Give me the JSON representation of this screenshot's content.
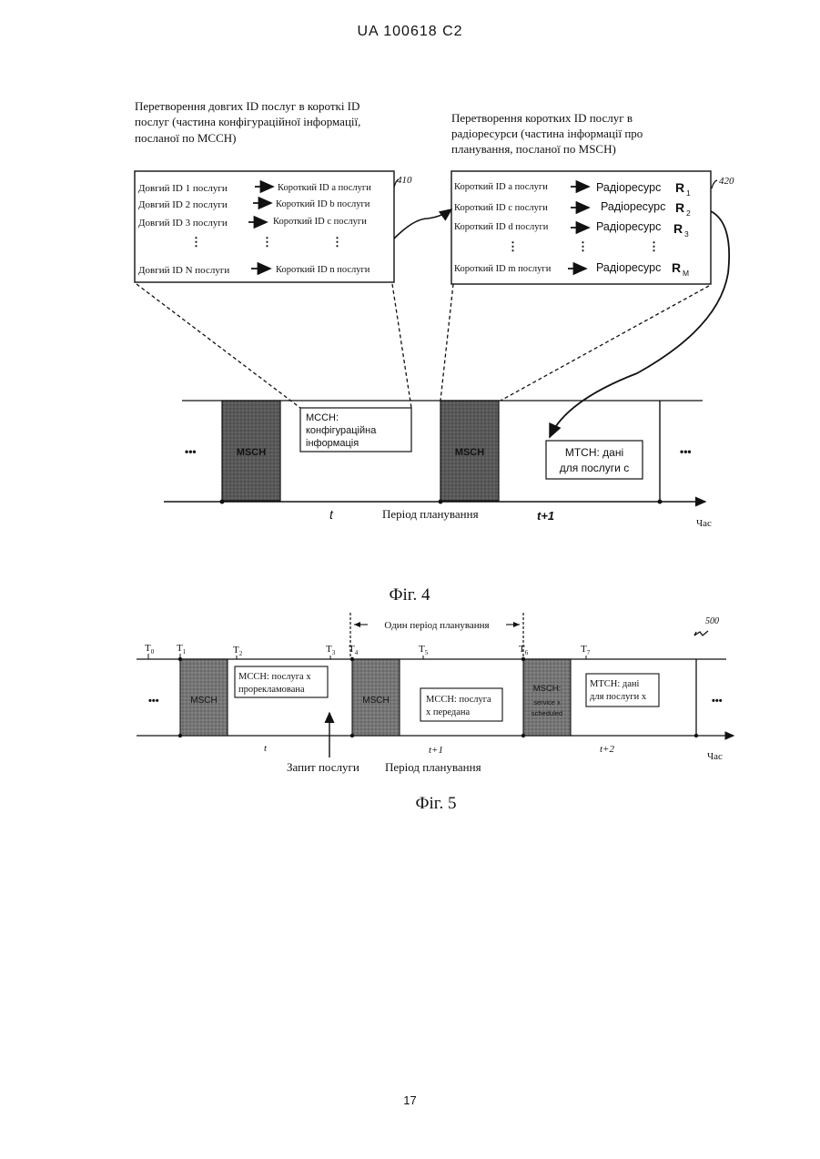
{
  "header": {
    "patent": "UA  100618  C2"
  },
  "page_number": "17",
  "fig4": {
    "caption": "Фіг. 4",
    "title_left": [
      "Перетворення довгих ID послуг в короткі ID",
      "послуг (частина конфігураційної інформації,",
      "посланої по МССН)"
    ],
    "title_right": [
      "Перетворення коротких ID послуг в",
      "радіоресурси (частина інформації про",
      "планування, посланої по MSCH)"
    ],
    "ref_410": "410",
    "ref_420": "420",
    "table_left": [
      {
        "long": "Довгий ID 1 послуги",
        "short": "Короткий ID a послуги"
      },
      {
        "long": "Довгий ID 2 послуги",
        "short": "Короткий ID b послуги"
      },
      {
        "long": "Довгий ID 3 послуги",
        "short": "Короткий ID c послуги"
      },
      {
        "long": "Довгий ID N послуги",
        "short": "Короткий ID n послуги"
      }
    ],
    "table_right": [
      {
        "short": "Короткий ID a послуги",
        "res": "Радіоресурс",
        "r": "R",
        "sub": "1"
      },
      {
        "short": "Короткий ID c послуги",
        "res": "Радіоресурс",
        "r": "R",
        "sub": "2"
      },
      {
        "short": "Короткий ID d послуги",
        "res": "Радіоресурс",
        "r": "R",
        "sub": "3"
      },
      {
        "short": "Короткий ID m послуги",
        "res": "Радіоресурс",
        "r": "R",
        "sub": "M"
      }
    ],
    "ellipsis": "•••",
    "msch": "MSCH",
    "mcch_box": [
      "МССН:",
      "конфігураційна",
      "інформація"
    ],
    "mtch_box": [
      "МТСН: дані",
      "для послуги с"
    ],
    "t": "t",
    "t1": "t+1",
    "period": "Період планування",
    "time": "Час"
  },
  "fig5": {
    "caption": "Фіг. 5",
    "ref": "500",
    "one_period": "Один період планування",
    "ticks": [
      {
        "T": "T",
        "sub": "0"
      },
      {
        "T": "T",
        "sub": "1"
      },
      {
        "T": "T",
        "sub": "2"
      },
      {
        "T": "T",
        "sub": "3"
      },
      {
        "T": "T",
        "sub": "4"
      },
      {
        "T": "T",
        "sub": "5"
      },
      {
        "T": "T",
        "sub": "6"
      },
      {
        "T": "T",
        "sub": "7"
      }
    ],
    "msch": "MSCH",
    "msch_third": [
      "MSCH:",
      "service x",
      "scheduled"
    ],
    "box1": [
      "МССН: послуга х",
      "прорекламована"
    ],
    "box2": [
      "МССН: послуга",
      "х передана"
    ],
    "box3": [
      "МТСН: дані",
      "для послуги х"
    ],
    "ellipsis": "•••",
    "t": "t",
    "t1": "t+1",
    "t2": "t+2",
    "request": "Запит послуги",
    "period": "Період планування",
    "time": "Час"
  }
}
